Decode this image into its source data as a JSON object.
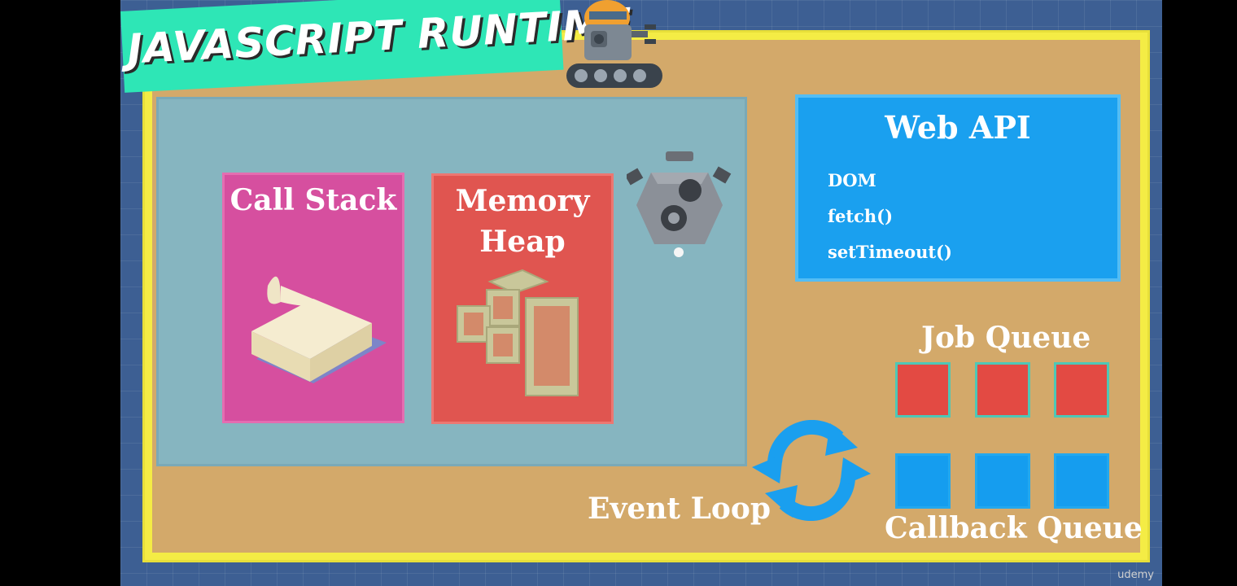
{
  "banner": {
    "title": "JAVASCRIPT RUNTIME"
  },
  "engine": {
    "call_stack": {
      "title": "Call Stack",
      "color": "#d64f9f"
    },
    "memory_heap": {
      "title_line1": "Memory",
      "title_line2": "Heap",
      "color": "#e05550"
    }
  },
  "web_api": {
    "title": "Web API",
    "items": [
      "DOM",
      "fetch()",
      "setTimeout()"
    ],
    "color": "#1aa0ef"
  },
  "job_queue": {
    "title": "Job Queue",
    "slot_color": "#e34a43"
  },
  "callback_queue": {
    "title": "Callback Queue",
    "slot_color": "#159def"
  },
  "event_loop": {
    "title": "Event Loop",
    "color": "#1a9fef"
  },
  "watermark": "udemy"
}
